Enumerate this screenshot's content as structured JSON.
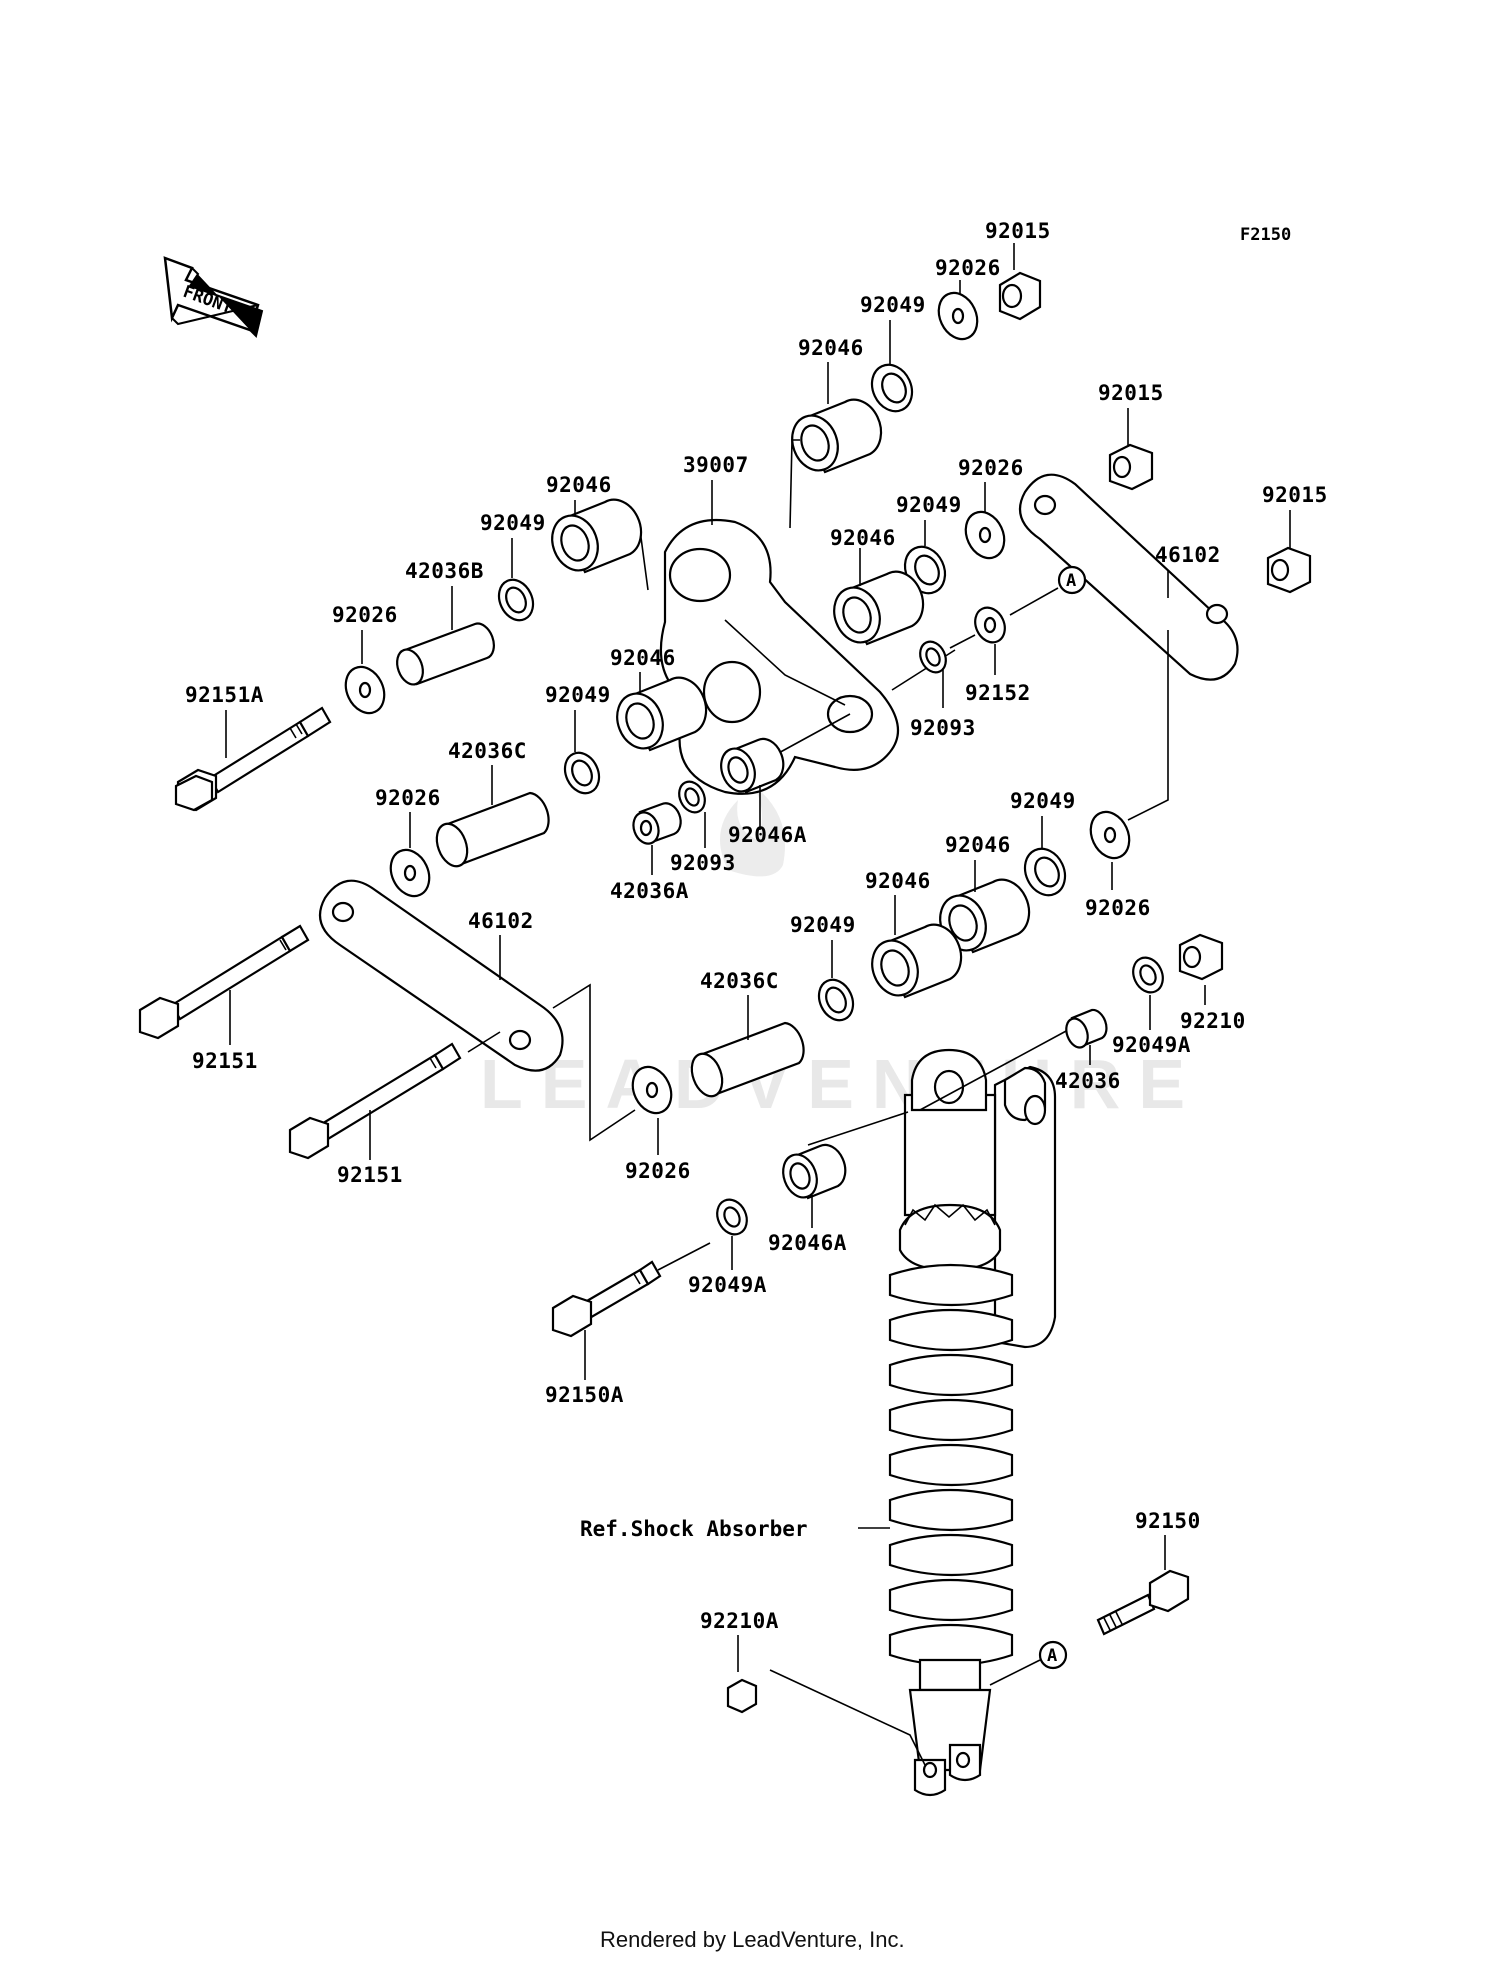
{
  "figure_code": "F2150",
  "front_arrow_label": "FRONT",
  "watermark": "LEADVENTURE",
  "footer": "Rendered by LeadVenture, Inc.",
  "ref_label": "Ref.Shock Absorber",
  "ref_marker": "A",
  "parts": {
    "nut_92015_top": "92015",
    "washer_92026_top": "92026",
    "seal_92049_top": "92049",
    "bearing_92046_top": "92046",
    "nut_92015_link": "92015",
    "nut_92015_right": "92015",
    "link_46102_upper": "46102",
    "rocker_39007": "39007",
    "washer_92026_mid": "92026",
    "seal_92049_mid": "92049",
    "bearing_92046_mid": "92046",
    "bearing_92046_left": "92046",
    "seal_92049_left": "92049",
    "collar_42036B": "42036B",
    "washer_92026_left": "92026",
    "bolt_92151A": "92151A",
    "washer_92152": "92152",
    "seal_92093_right": "92093",
    "bearing_92046_lower": "92046",
    "seal_92049_lower": "92049",
    "collar_42036C_upper": "42036C",
    "washer_92026_lower_left": "92026",
    "bearing_92046A_rocker": "92046A",
    "seal_92093_lower": "92093",
    "collar_42036A": "42036A",
    "seal_92049_right": "92049",
    "bearing_92046_right": "92046",
    "washer_92026_right": "92026",
    "bearing_92046_link": "92046",
    "seal_92049_link": "92049",
    "collar_42036C_lower": "42036C",
    "link_46102_lower": "46102",
    "bolt_92151_upper": "92151",
    "bolt_92151_lower": "92151",
    "washer_92026_bottom": "92026",
    "nut_92210": "92210",
    "seal_92049A_right": "92049A",
    "collar_42036": "42036",
    "bearing_92046A_shock": "92046A",
    "seal_92049A_left": "92049A",
    "bolt_92150A": "92150A",
    "bolt_92150": "92150",
    "nut_92210A": "92210A"
  }
}
